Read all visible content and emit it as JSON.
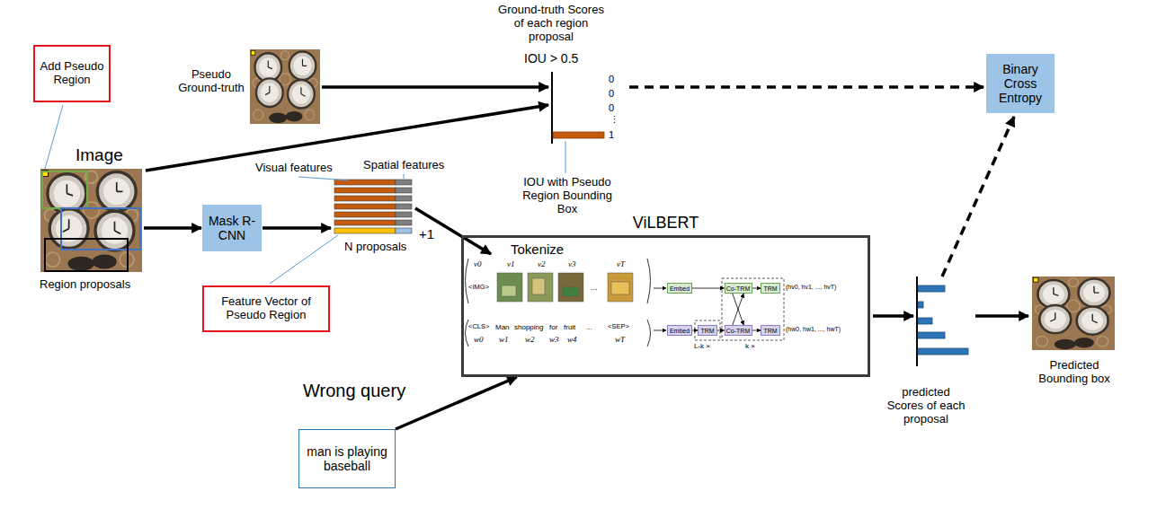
{
  "diagram": {
    "nodes": [
      {
        "text": [
          "Add Pseudo Region"
        ]
      },
      {
        "text": [
          "Binary Cross Entropy"
        ]
      },
      {
        "text": [
          "Mask R-CNN"
        ]
      },
      {
        "text": [
          "Feature Vector of Pseudo Region"
        ]
      },
      {
        "text": [
          "ViLBERT",
          "Tokenize"
        ]
      },
      {
        "text": [
          "Embed"
        ],
        "in": 4
      },
      {
        "text": [
          "Co-TRM"
        ],
        "in": 4
      },
      {
        "text": [
          "TRM"
        ],
        "in": 4
      },
      {
        "text": [
          "Embed"
        ],
        "in": 4
      },
      {
        "text": [
          "TRM"
        ],
        "in": 4
      },
      {
        "text": [
          "Co-TRM"
        ],
        "in": 4
      },
      {
        "text": [
          "TRM"
        ],
        "in": 4
      },
      {
        "text": [
          "man is playing baseball"
        ]
      }
    ],
    "edges": [
      {
        "from": 12,
        "to": 4,
        "arrow": "to"
      },
      {
        "from": 5,
        "to": 6,
        "arrow": "to"
      },
      {
        "from": 6,
        "to": 7,
        "arrow": "to"
      },
      {
        "from": 8,
        "to": 9,
        "arrow": "to"
      },
      {
        "from": 9,
        "to": 10,
        "arrow": "to"
      },
      {
        "from": 10,
        "to": 11,
        "arrow": "to"
      },
      {
        "from": 6,
        "to": 10,
        "arrow": "to"
      },
      {
        "from": 10,
        "to": 6,
        "arrow": "to"
      }
    ],
    "labels": [
      "Ground-truth Scores of each region proposal",
      "IOU > 0.5",
      "0",
      "0",
      "0",
      "⋮",
      "1",
      "Pseudo Ground-truth",
      "Image",
      "Visual features",
      "Spatial features",
      "IOU with Pseudo Region Bounding Box",
      "Region proposals",
      "+1",
      "N proposals",
      "Wrong query",
      "predicted Scores of each proposal",
      "Predicted Bounding box",
      "v0",
      "v1",
      "v2",
      "v3",
      "...",
      "vT",
      "<IMG>",
      "<CLS>",
      "Man",
      "shopping",
      "for",
      "fruit",
      "...",
      "<SEP>",
      "w0",
      "w1",
      "w2",
      "w3",
      "w4",
      "wT",
      "L-k ×",
      "k ×",
      "(hv0, hv1, ..., hvT)",
      "(hw0, hw1, ..., hwT)"
    ]
  }
}
